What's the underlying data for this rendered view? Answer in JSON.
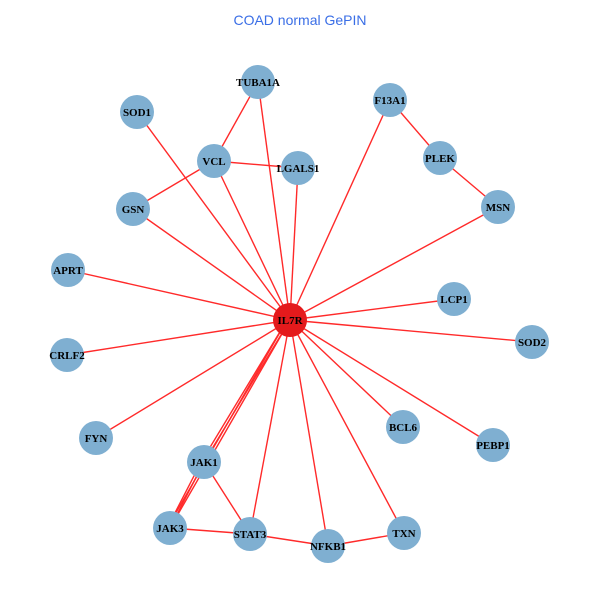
{
  "title": "COAD normal GePIN",
  "colors": {
    "hub": "#e41a1c",
    "node": "#7fafd1",
    "edge": "#ff2a2a",
    "title": "#3a6ee6"
  },
  "hub": "IL7R",
  "nodes": [
    "IL7R",
    "TUBA1A",
    "SOD1",
    "F13A1",
    "VCL",
    "LGALS1",
    "PLEK",
    "GSN",
    "MSN",
    "APRT",
    "LCP1",
    "SOD2",
    "CRLF2",
    "BCL6",
    "PEBP1",
    "FYN",
    "JAK1",
    "JAK3",
    "STAT3",
    "NFKB1",
    "TXN"
  ],
  "edges": [
    [
      "IL7R",
      "SOD1"
    ],
    [
      "IL7R",
      "TUBA1A"
    ],
    [
      "IL7R",
      "VCL"
    ],
    [
      "IL7R",
      "LGALS1"
    ],
    [
      "IL7R",
      "GSN"
    ],
    [
      "IL7R",
      "APRT"
    ],
    [
      "IL7R",
      "CRLF2"
    ],
    [
      "IL7R",
      "FYN"
    ],
    [
      "IL7R",
      "JAK1"
    ],
    [
      "IL7R",
      "JAK1"
    ],
    [
      "IL7R",
      "JAK3"
    ],
    [
      "IL7R",
      "JAK3"
    ],
    [
      "IL7R",
      "STAT3"
    ],
    [
      "IL7R",
      "NFKB1"
    ],
    [
      "IL7R",
      "TXN"
    ],
    [
      "IL7R",
      "BCL6"
    ],
    [
      "IL7R",
      "PEBP1"
    ],
    [
      "IL7R",
      "SOD2"
    ],
    [
      "IL7R",
      "LCP1"
    ],
    [
      "IL7R",
      "MSN"
    ],
    [
      "IL7R",
      "F13A1"
    ],
    [
      "TUBA1A",
      "VCL"
    ],
    [
      "VCL",
      "LGALS1"
    ],
    [
      "VCL",
      "GSN"
    ],
    [
      "F13A1",
      "PLEK"
    ],
    [
      "PLEK",
      "MSN"
    ],
    [
      "JAK1",
      "JAK3"
    ],
    [
      "JAK1",
      "JAK3"
    ],
    [
      "JAK1",
      "STAT3"
    ],
    [
      "JAK3",
      "STAT3"
    ],
    [
      "STAT3",
      "NFKB1"
    ],
    [
      "NFKB1",
      "TXN"
    ]
  ]
}
